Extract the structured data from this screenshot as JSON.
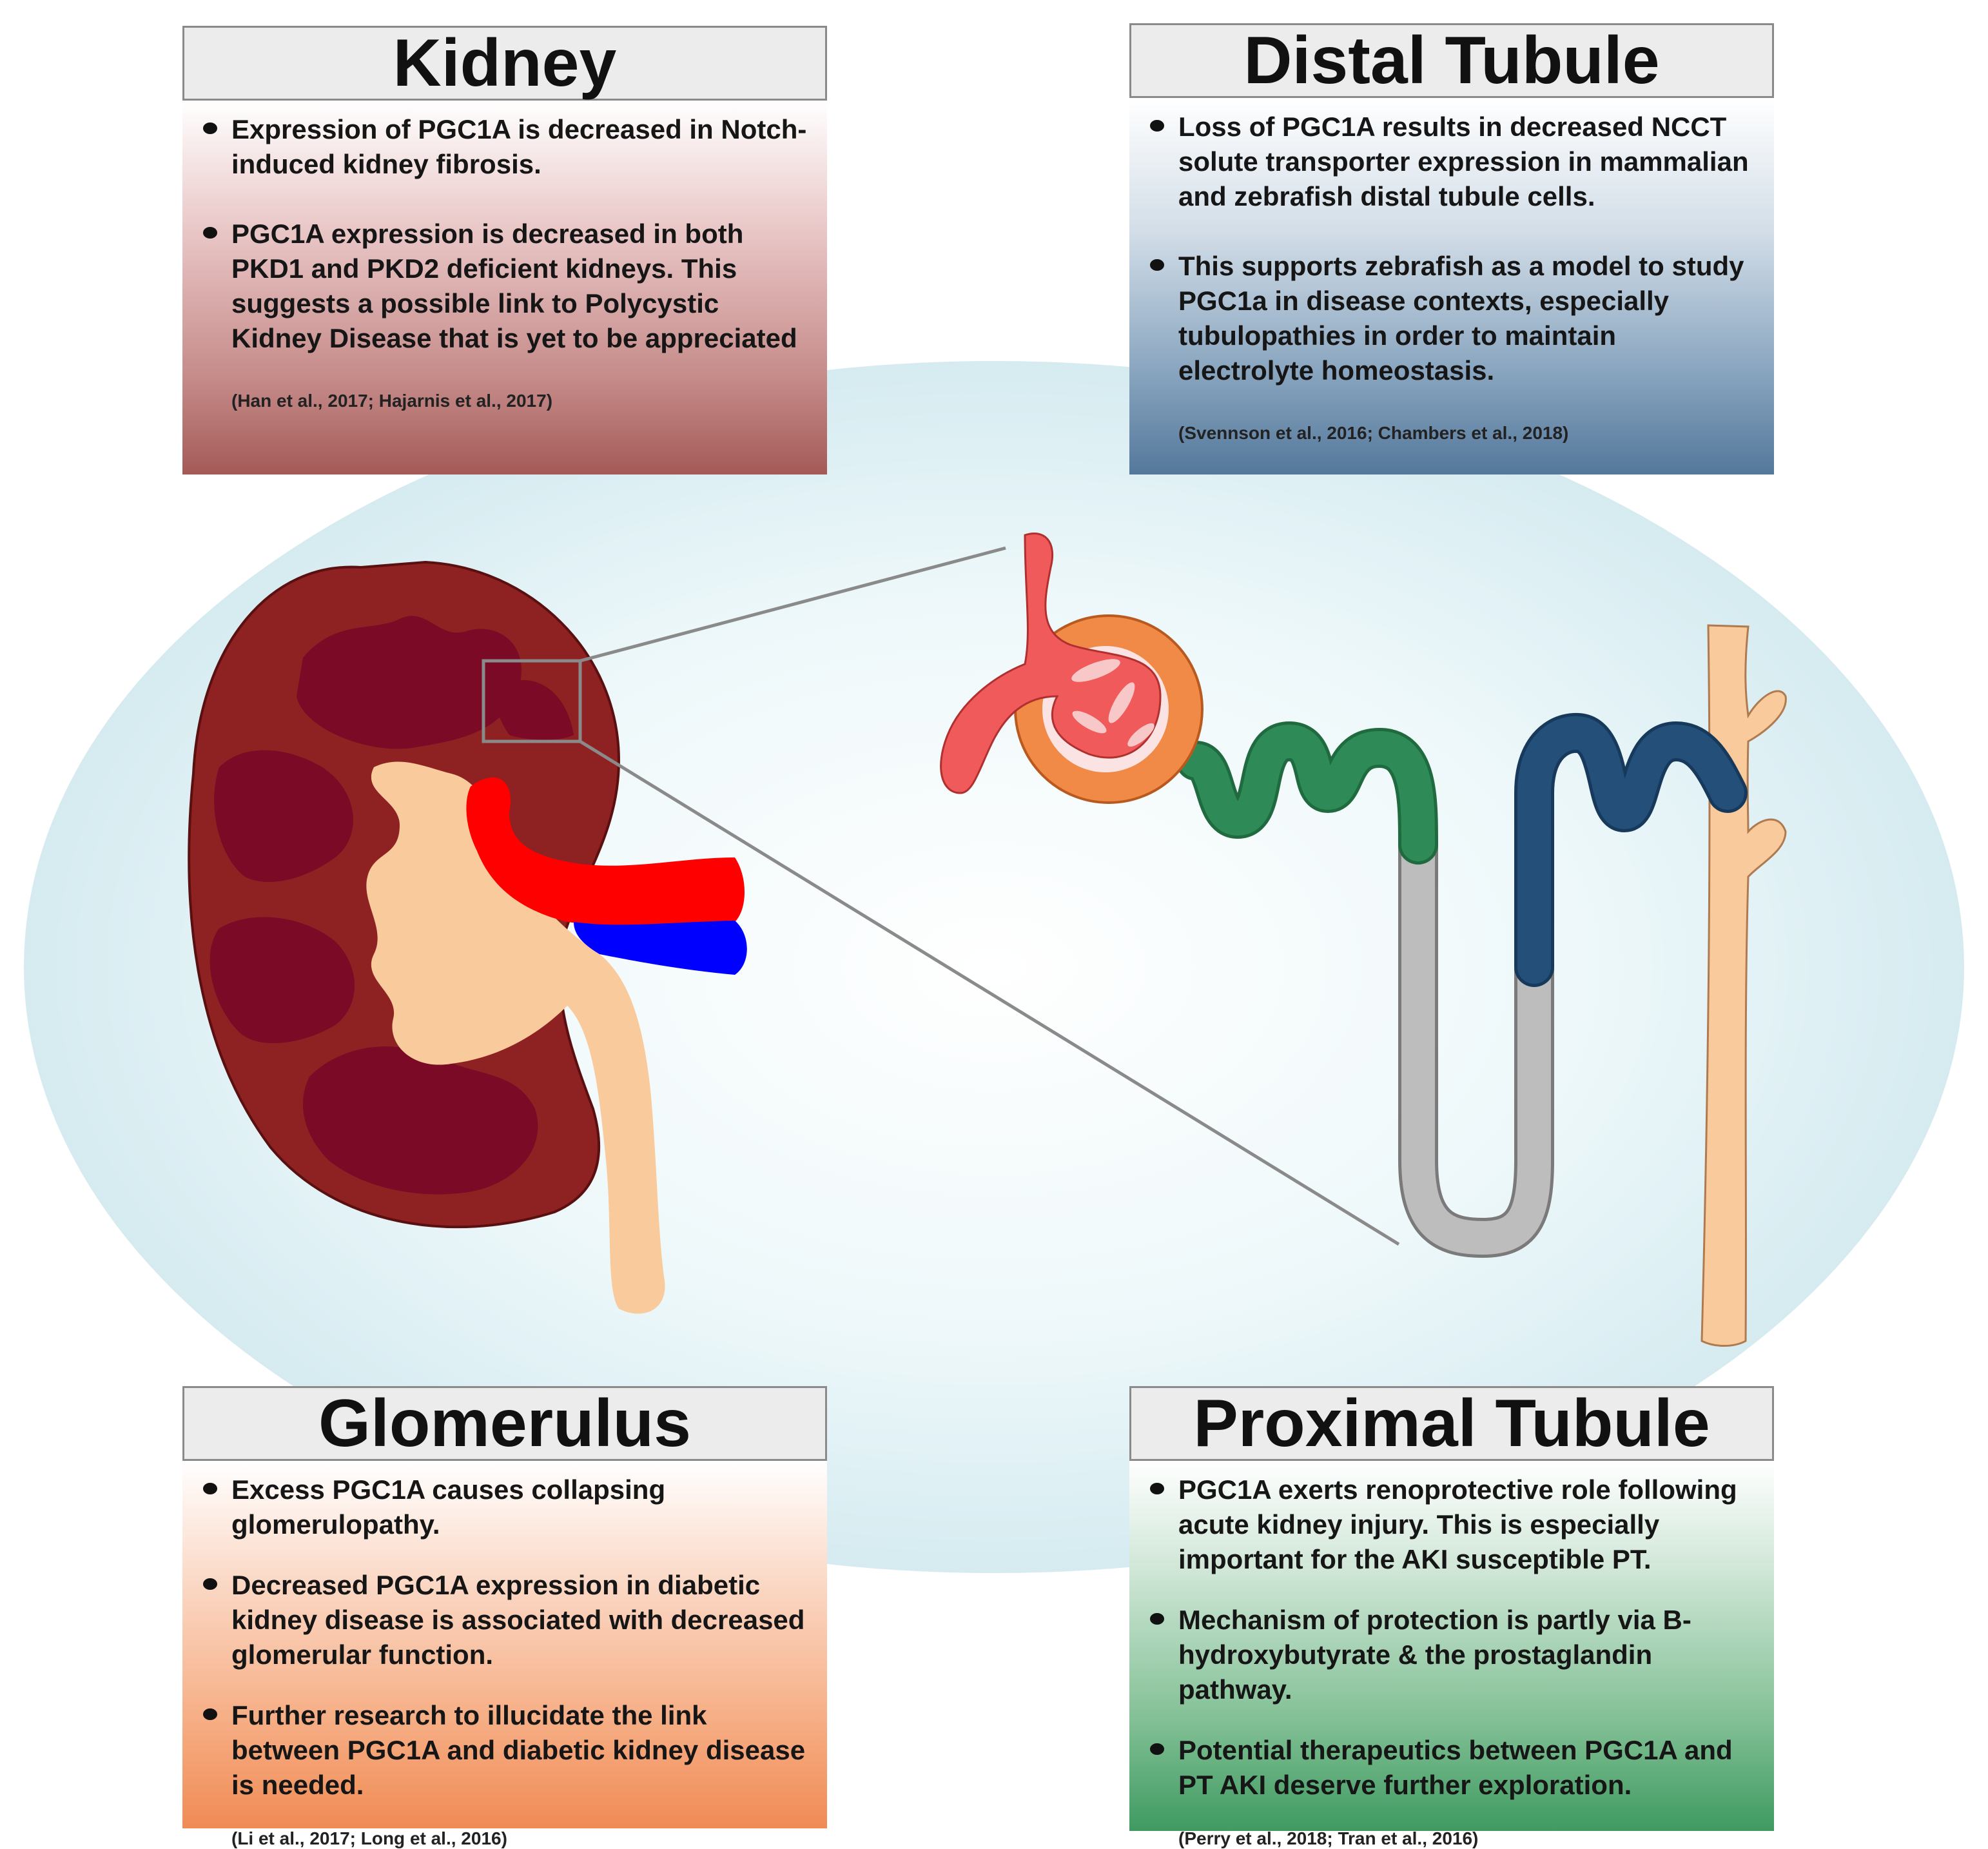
{
  "panels": {
    "kidney": {
      "title": "Kidney",
      "bullets": [
        "Expression of PGC1A is decreased in Notch-induced kidney fibrosis.",
        "PGC1A expression is decreased in both PKD1 and PKD2 deficient kidneys. This suggests a possible link to Polycystic Kidney Disease that is yet to be appreciated"
      ],
      "citation": "(Han et al., 2017; Hajarnis et al., 2017)"
    },
    "distal_tubule": {
      "title": "Distal Tubule",
      "bullets": [
        "Loss of PGC1A results in decreased NCCT solute transporter expression in mammalian and zebrafish distal tubule cells.",
        "This supports zebrafish as a model to study PGC1a in disease contexts, especially tubulopathies in order to maintain electrolyte homeostasis."
      ],
      "citation": "(Svennson et al., 2016; Chambers et al., 2018)"
    },
    "glomerulus": {
      "title": "Glomerulus",
      "bullets": [
        "Excess PGC1A causes collapsing glomerulopathy.",
        "Decreased PGC1A expression in diabetic kidney disease is associated with decreased glomerular function.",
        "Further research to illucidate the link between PGC1A and diabetic kidney disease is needed."
      ],
      "citation": "(Li et al., 2017; Long et al., 2016)"
    },
    "proximal_tubule": {
      "title": "Proximal Tubule",
      "bullets": [
        "PGC1A exerts renoprotective role following acute kidney injury. This is especially important for the AKI susceptible PT.",
        "Mechanism of protection is partly via B-hydroxybutyrate & the prostaglandin pathway.",
        "Potential therapeutics between PGC1A and PT AKI deserve further exploration."
      ],
      "citation": "(Perry et al., 2018; Tran et al., 2016)"
    }
  },
  "colors": {
    "background_ellipse": "#d9eef3",
    "kidney_cortex": "#8e2222",
    "kidney_medulla": "#7a0a26",
    "renal_pelvis": "#f9cb9c",
    "artery": "#ff0000",
    "vein": "#0000ff",
    "bowman_capsule": "#f08a46",
    "glomerulus": "#f05a5a",
    "proximal_tubule": "#2e8b57",
    "loop_of_henle": "#bdbdbd",
    "distal_tubule": "#244f78",
    "collecting_duct": "#f9cb9c"
  }
}
